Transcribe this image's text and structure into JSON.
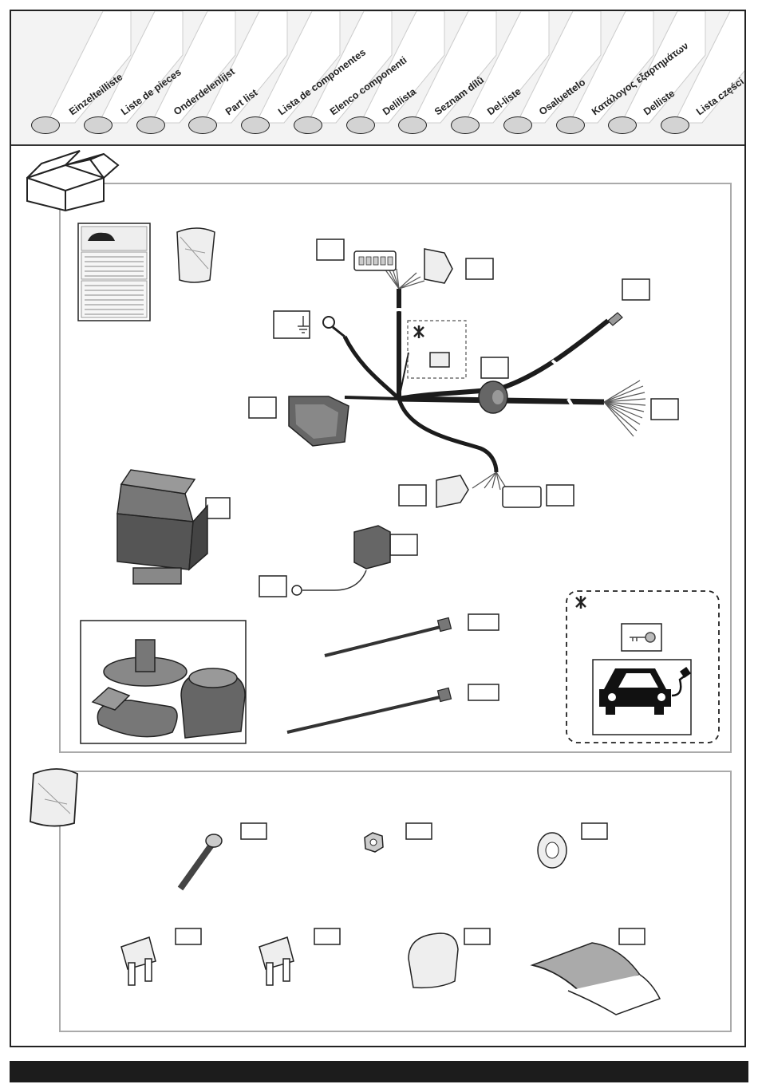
{
  "parts_list_titles": [
    "Einzelteilliste",
    "Liste de pieces",
    "Onderdelenlijst",
    "Part list",
    "Lista de componentes",
    "Elenco componenti",
    "Delilista",
    "Seznam dílů",
    "Del-liste",
    "Osaluettelo",
    "Κατάλογος εξαρτημάτων",
    "Delliste",
    "Lista części"
  ],
  "colors": {
    "header_bg": "#f3f3f3",
    "circle_fill": "#d3d3d3",
    "panel_border": "#aaaaaa",
    "dark": "#1c1c1c"
  }
}
